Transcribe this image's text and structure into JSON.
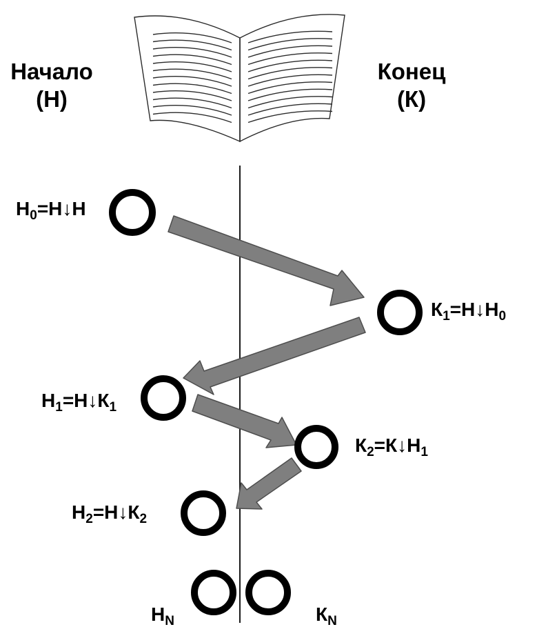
{
  "colors": {
    "text": "#000000",
    "arrow_fill": "#7f7f7f",
    "arrow_stroke": "#4d4d4d",
    "divider": "#1a1a1a",
    "node_stroke": "#000000"
  },
  "icon": "open-book-icon",
  "headings": {
    "start_line1": "Начало",
    "start_line2": "(Н)",
    "end_line1": "Конец",
    "end_line2": "(К)"
  },
  "formulas": [
    {
      "id": "n0",
      "lhs": "Н",
      "lhs_sub": "0",
      "eq": "=Н",
      "op": "↓",
      "rhs": "Н",
      "rhs_sub": ""
    },
    {
      "id": "k1",
      "lhs": "К",
      "lhs_sub": "1",
      "eq": "=Н",
      "op": "↓",
      "rhs": "Н",
      "rhs_sub": "0"
    },
    {
      "id": "n1",
      "lhs": "Н",
      "lhs_sub": "1",
      "eq": "=Н",
      "op": "↓",
      "rhs": "К",
      "rhs_sub": "1"
    },
    {
      "id": "k2",
      "lhs": "К",
      "lhs_sub": "2",
      "eq": "=К",
      "op": "↓",
      "rhs": "Н",
      "rhs_sub": "1"
    },
    {
      "id": "n2",
      "lhs": "Н",
      "lhs_sub": "2",
      "eq": "=Н",
      "op": "↓",
      "rhs": "К",
      "rhs_sub": "2"
    }
  ],
  "final_labels": {
    "n_final": "Н",
    "n_final_sub": "N",
    "k_final": "К",
    "k_final_sub": "N"
  }
}
